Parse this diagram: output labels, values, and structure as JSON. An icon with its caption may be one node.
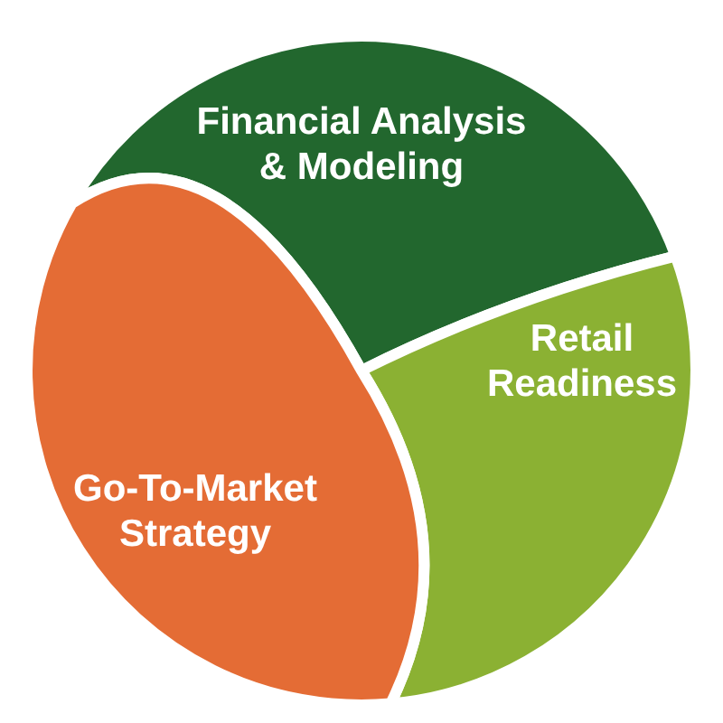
{
  "diagram": {
    "nodes": [
      {
        "text": [
          "Financial Analysis & Modeling"
        ]
      },
      {
        "text": [
          "Retail Readiness"
        ]
      },
      {
        "text": [
          "Go-To-Market Strategy"
        ]
      }
    ]
  }
}
